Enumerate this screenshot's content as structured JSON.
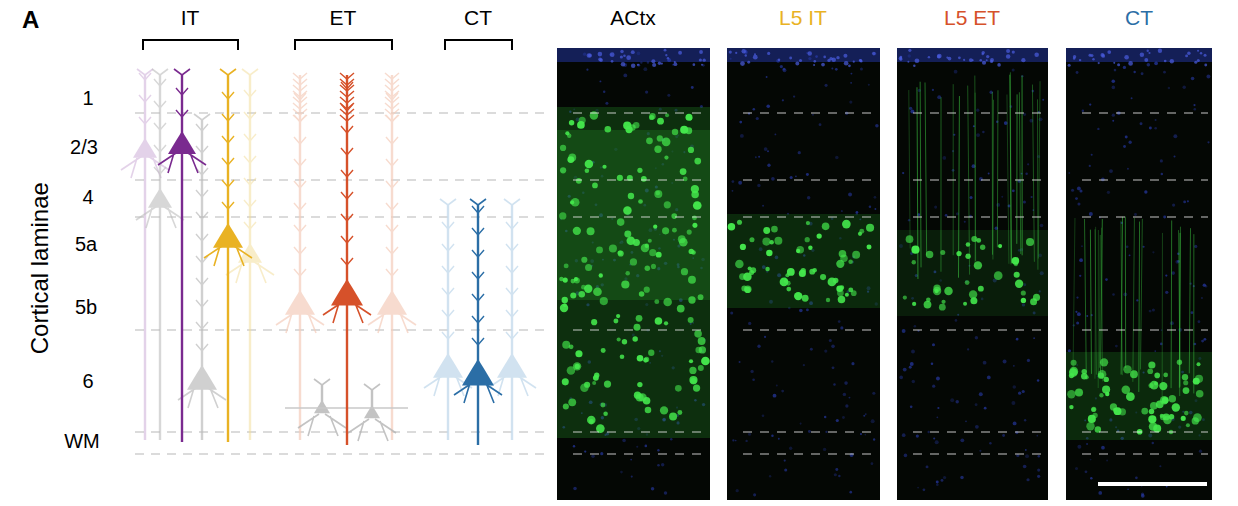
{
  "diagram": {
    "labels": [
      "A",
      "IT",
      "ET",
      "CT",
      "ACtx",
      "L5 IT",
      "L5 ET",
      "CT",
      "Cortical laminae",
      "1",
      "2/3",
      "4",
      "5a",
      "5b",
      "6",
      "WM"
    ]
  }
}
